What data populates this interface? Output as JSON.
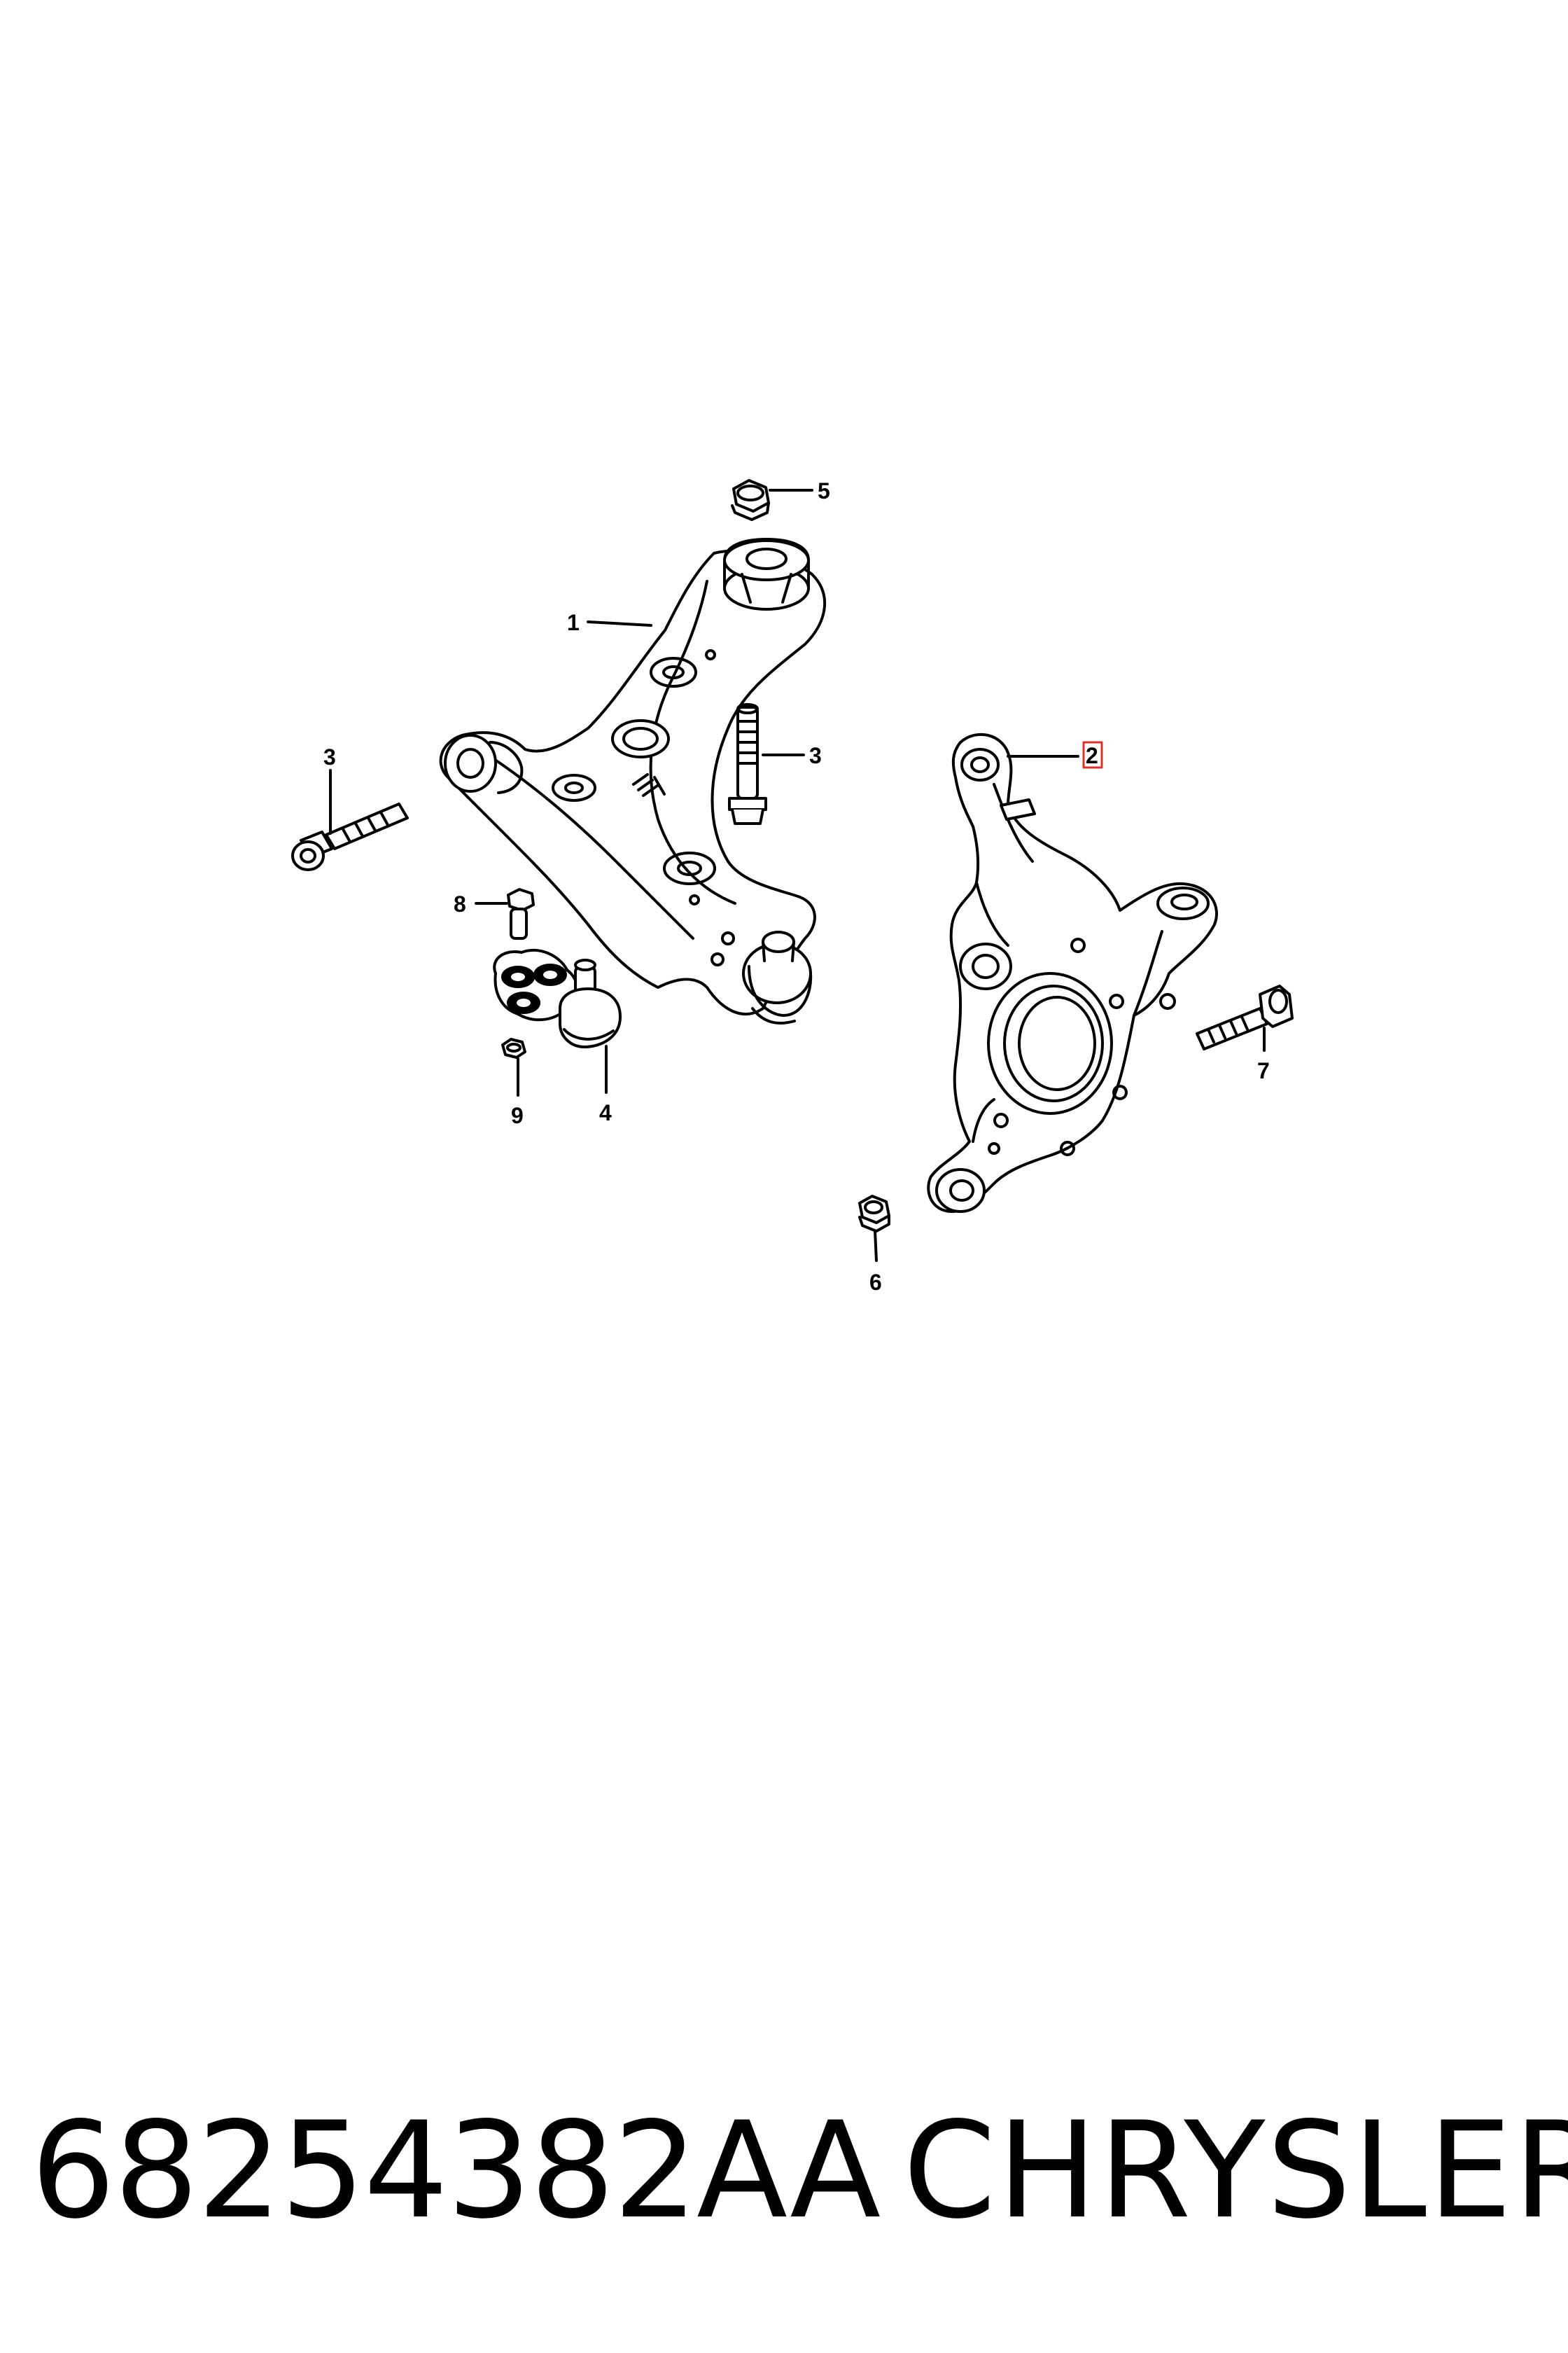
{
  "footer": {
    "part_number": "68254382AA",
    "brand": "CHRYSLER"
  },
  "callouts": {
    "c1": "1",
    "c2": "2",
    "c3_left": "3",
    "c3_mid": "3",
    "c4": "4",
    "c5": "5",
    "c6": "6",
    "c7": "7",
    "c8": "8",
    "c9": "9"
  },
  "colors": {
    "line": "#000000",
    "highlight": "#e0302a",
    "background": "#ffffff"
  }
}
